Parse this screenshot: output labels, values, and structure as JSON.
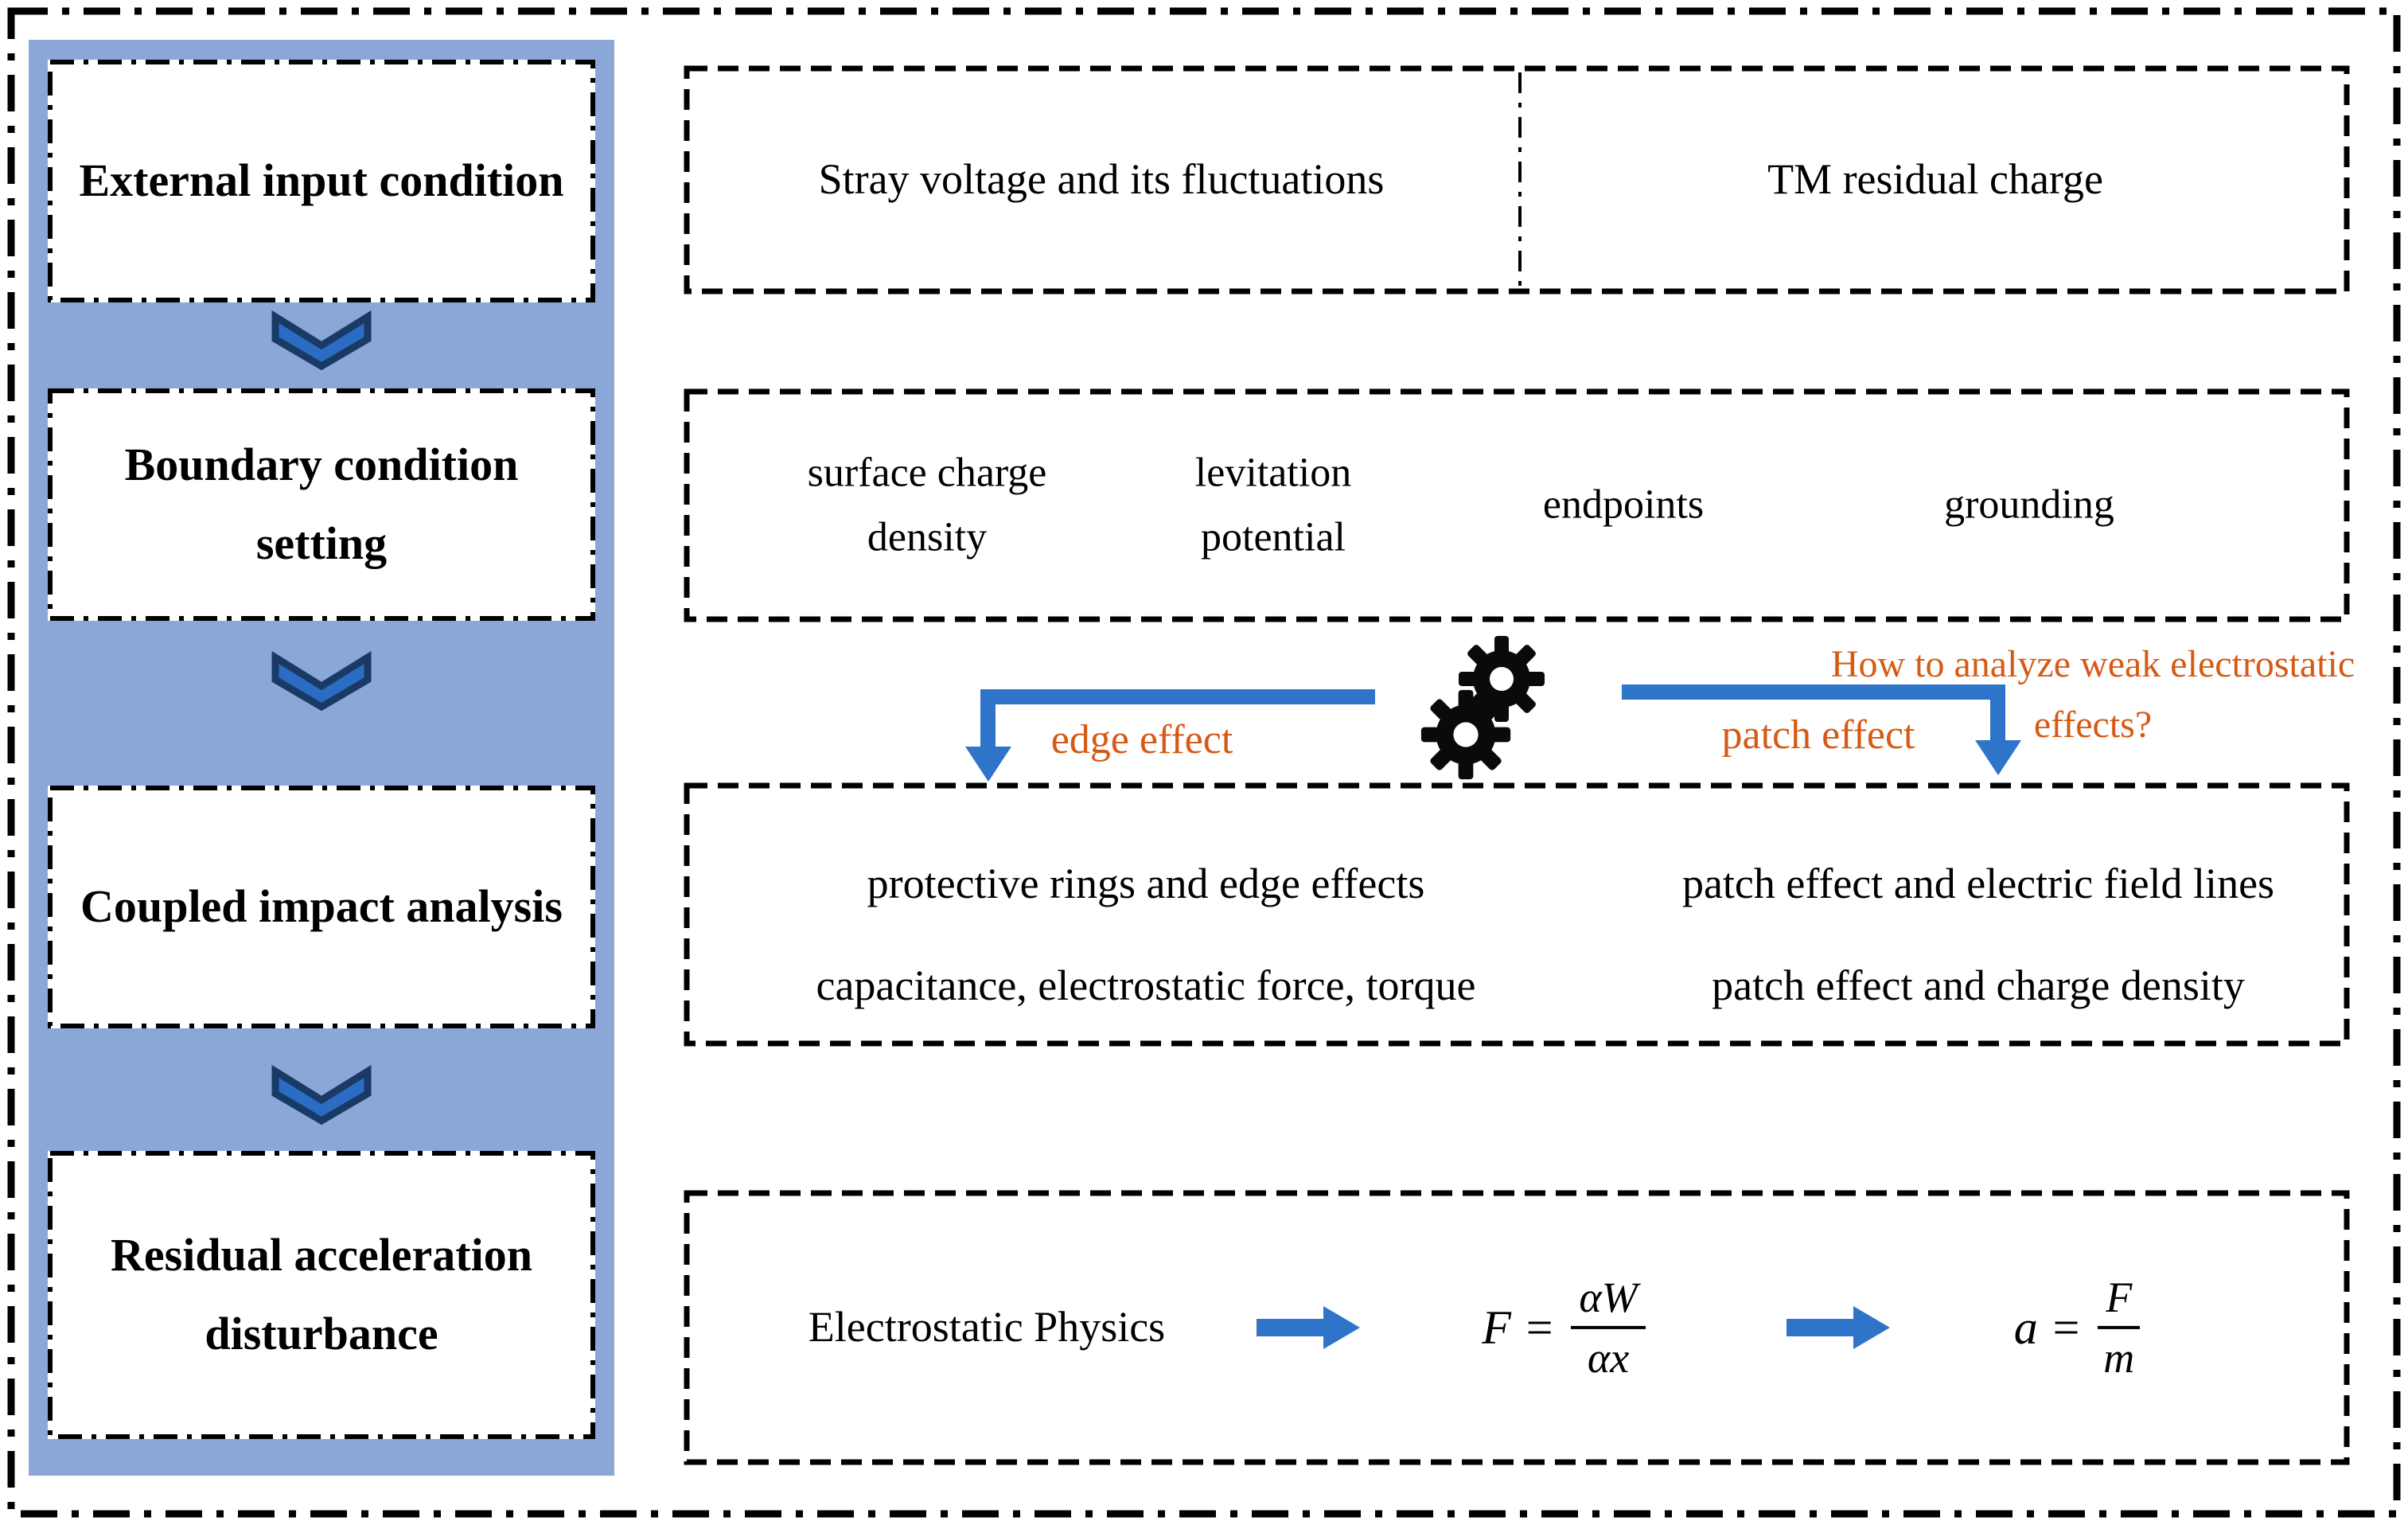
{
  "left_panel": {
    "steps": [
      "External input condition",
      "Boundary condition setting",
      "Coupled impact analysis",
      "Residual acceleration disturbance"
    ]
  },
  "input_box": {
    "left_cell": "Stray voltage and its fluctuations",
    "right_cell": "TM residual charge"
  },
  "boundary_box": {
    "items": [
      "surface charge density",
      "levitation potential",
      "endpoints",
      "grounding"
    ]
  },
  "coupling": {
    "edge_label": "edge effect",
    "patch_label": "patch effect",
    "question_line1": "How to analyze weak electrostatic",
    "question_line2": "effects?"
  },
  "analysis_box": {
    "row1_left": "protective rings and edge effects",
    "row1_right": "patch effect and electric field lines",
    "row2_left": "capacitance, electrostatic force, torque",
    "row2_right": "patch effect and charge density"
  },
  "result_box": {
    "label": "Electrostatic Physics",
    "formula1": {
      "lhs": "F =",
      "num": "αW",
      "den": "αx"
    },
    "formula2": {
      "lhs": "a =",
      "num": "F",
      "den": "m"
    }
  },
  "colors": {
    "panel_blue": "#8BA7D8",
    "arrow_blue": "#2E74C9",
    "chevron_fill": "#2B6CC4",
    "chevron_stroke": "#1A3A66",
    "accent_orange": "#D65A14"
  }
}
